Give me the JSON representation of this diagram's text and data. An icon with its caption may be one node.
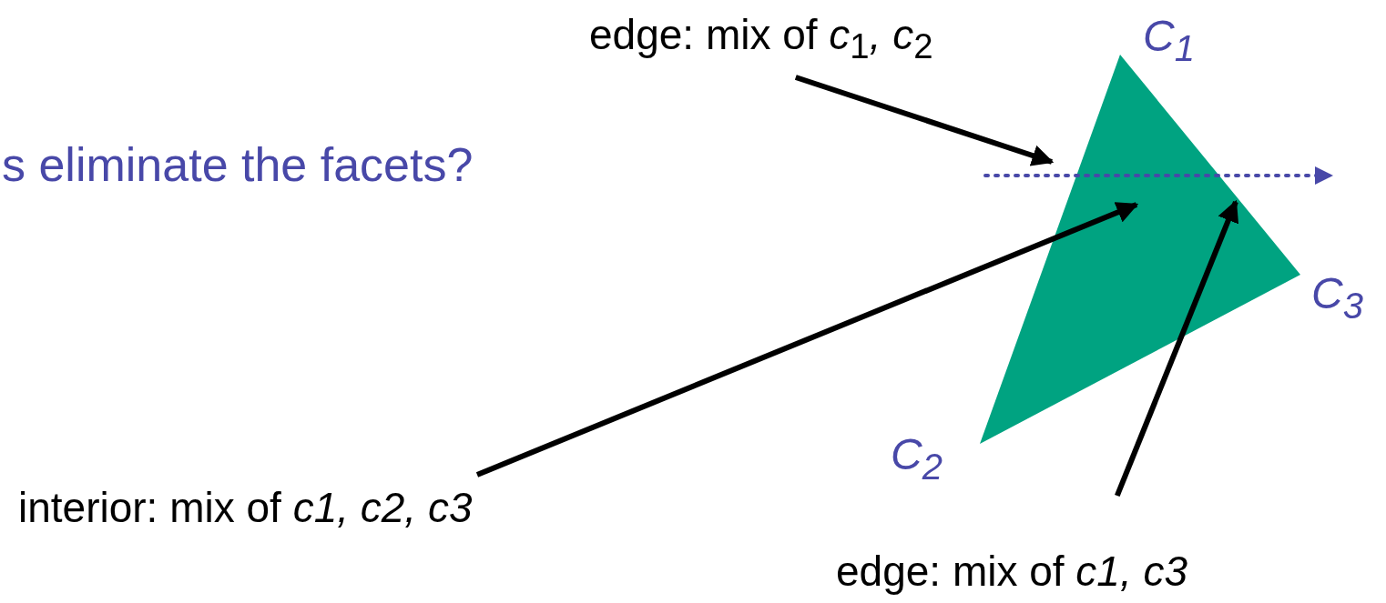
{
  "diagram": {
    "title": "s eliminate the facets?",
    "nodes": [
      {
        "text": [
          "edge: mix of *c*$_{1}$*, c*$_{2}$"
        ]
      },
      {
        "text": [
          "interior: mix of *c1, c2, c3*"
        ]
      },
      {
        "text": [
          "edge: mix of *c1, c3*"
        ]
      }
    ],
    "edges": [
      {
        "from": 0,
        "to": null,
        "arrow": "to"
      },
      {
        "from": 1,
        "to": null,
        "arrow": "to"
      },
      {
        "from": 2,
        "to": null,
        "arrow": "to"
      }
    ],
    "labels": [
      "C$_{1}$",
      "C$_{3}$",
      "C$_{2}$"
    ]
  }
}
